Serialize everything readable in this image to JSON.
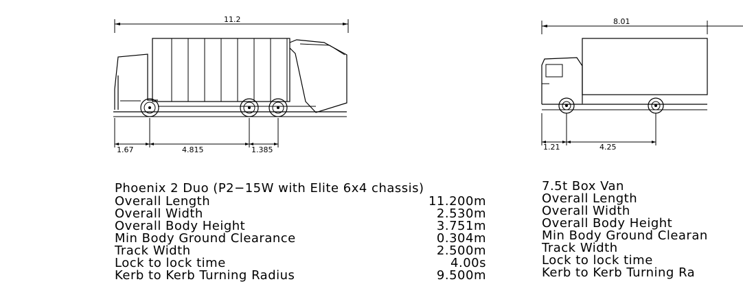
{
  "truck": {
    "overall_dim": "11.2",
    "dims": {
      "front_overhang": "1.67",
      "wheelbase": "4.815",
      "rear_axle_gap": "1.385"
    },
    "specs": {
      "title": "Phoenix 2 Duo (P2−15W with Elite 6x4 chassis)",
      "rows": [
        {
          "label": "Overall Length",
          "value": "11.200m"
        },
        {
          "label": "Overall Width",
          "value": "2.530m"
        },
        {
          "label": "Overall Body Height",
          "value": "3.751m"
        },
        {
          "label": "Min Body Ground Clearance",
          "value": "0.304m"
        },
        {
          "label": "Track Width",
          "value": "2.500m"
        },
        {
          "label": "Lock to lock time",
          "value": "4.00s"
        },
        {
          "label": "Kerb to Kerb Turning Radius",
          "value": "9.500m"
        }
      ]
    }
  },
  "van": {
    "overall_dim": "8.01",
    "dims": {
      "front_overhang": "1.21",
      "wheelbase": "4.25"
    },
    "specs": {
      "title": "7.5t Box Van",
      "rows": [
        {
          "label": "Overall Length"
        },
        {
          "label": "Overall Width"
        },
        {
          "label": "Overall Body Height"
        },
        {
          "label": "Min Body Ground Clearan"
        },
        {
          "label": "Track Width"
        },
        {
          "label": "Lock to lock time"
        },
        {
          "label": "Kerb to Kerb Turning Ra"
        }
      ]
    }
  }
}
